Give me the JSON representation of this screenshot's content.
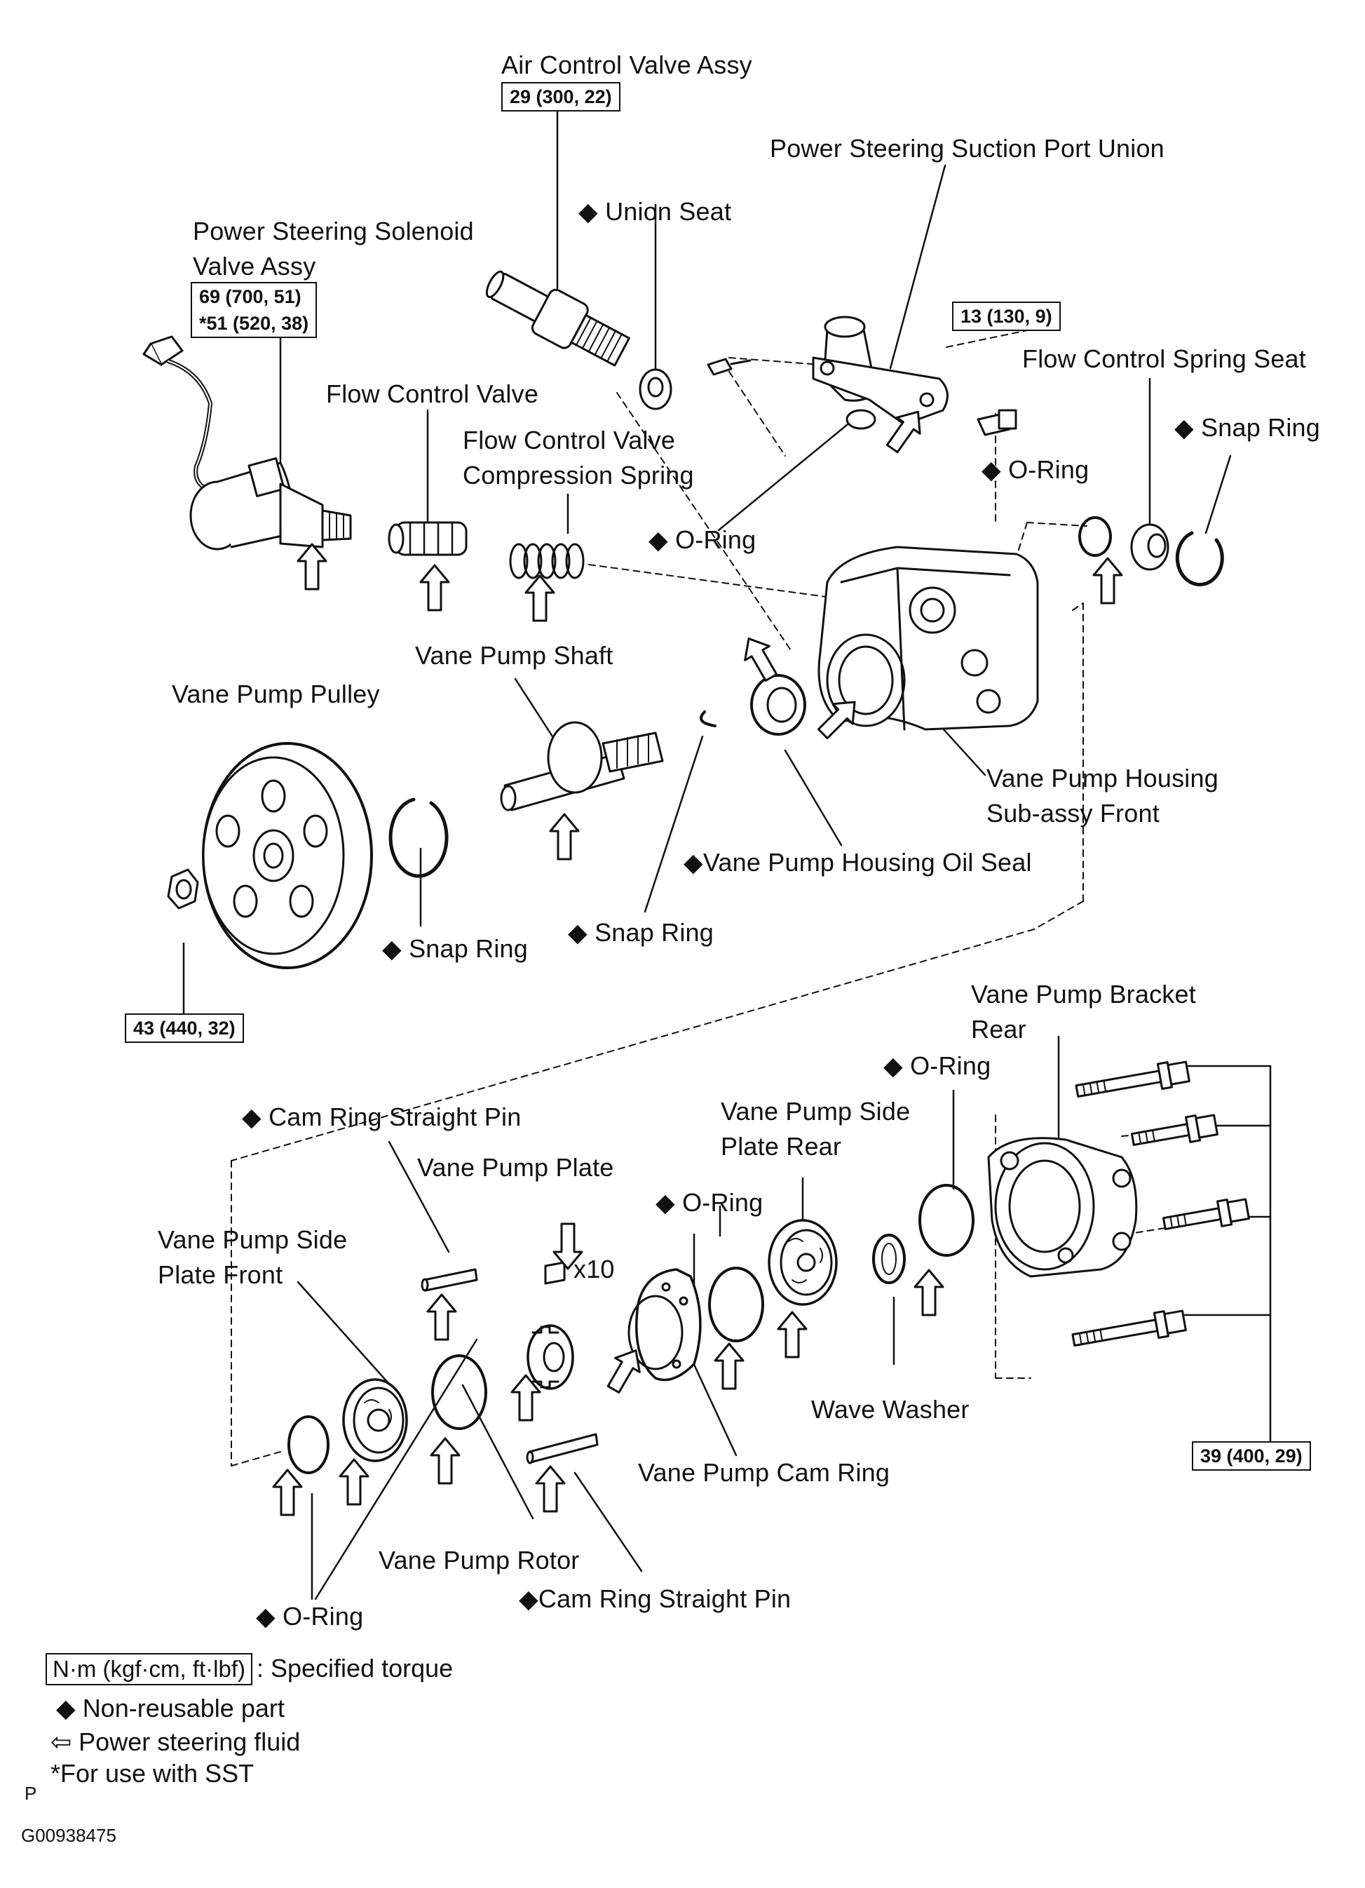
{
  "labels": {
    "air_control_valve": "Air Control Valve Assy",
    "ps_suction_port_union": "Power Steering Suction Port Union",
    "union_seat": "◆ Union Seat",
    "ps_solenoid_valve_1": "Power Steering Solenoid",
    "ps_solenoid_valve_2": "Valve Assy",
    "flow_control_valve": "Flow Control Valve",
    "flow_control_spring_seat": "Flow Control Spring Seat",
    "snap_ring_top": "◆ Snap Ring",
    "o_ring_top_right": "◆ O-Ring",
    "fcv_compression_spring_1": "Flow Control Valve",
    "fcv_compression_spring_2": "Compression Spring",
    "o_ring_top_mid": "◆ O-Ring",
    "vane_pump_shaft": "Vane Pump Shaft",
    "vane_pump_pulley": "Vane Pump Pulley",
    "vane_pump_housing_1": "Vane Pump Housing",
    "vane_pump_housing_2": "Sub-assy Front",
    "housing_oil_seal": "◆Vane Pump Housing Oil Seal",
    "snap_ring_mid": "◆ Snap Ring",
    "snap_ring_left": "◆ Snap Ring",
    "vane_pump_bracket_1": "Vane Pump Bracket",
    "vane_pump_bracket_2": "Rear",
    "o_ring_bracket": "◆ O-Ring",
    "cam_ring_pin_top": "◆ Cam Ring Straight Pin",
    "vane_pump_side_plate_rear_1": "Vane Pump Side",
    "vane_pump_side_plate_rear_2": "Plate Rear",
    "vane_pump_plate": "Vane Pump Plate",
    "o_ring_lower_mid": "◆ O-Ring",
    "vane_pump_side_plate_front_1": "Vane Pump Side",
    "vane_pump_side_plate_front_2": "Plate Front",
    "x10": "x10",
    "wave_washer": "Wave Washer",
    "vane_pump_cam_ring": "Vane Pump Cam Ring",
    "vane_pump_rotor": "Vane Pump Rotor",
    "cam_ring_pin_bottom": "◆Cam Ring Straight Pin",
    "o_ring_bottom": "◆ O-Ring"
  },
  "torque": {
    "air_control_valve": "29 (300, 22)",
    "solenoid_1": "69 (700, 51)",
    "solenoid_2": "*51 (520, 38)",
    "suction_port": "13 (130, 9)",
    "pulley_nut": "43 (440, 32)",
    "bracket_bolts": "39 (400, 29)"
  },
  "legend": {
    "torque_unit": "N·m (kgf·cm, ft·lbf)",
    "torque_desc": ": Specified torque",
    "non_reusable": "◆ Non-reusable part",
    "fluid": "⇦ Power steering fluid",
    "sst": "*For use with SST"
  },
  "footer": {
    "p": "P",
    "code": "G00938475"
  }
}
